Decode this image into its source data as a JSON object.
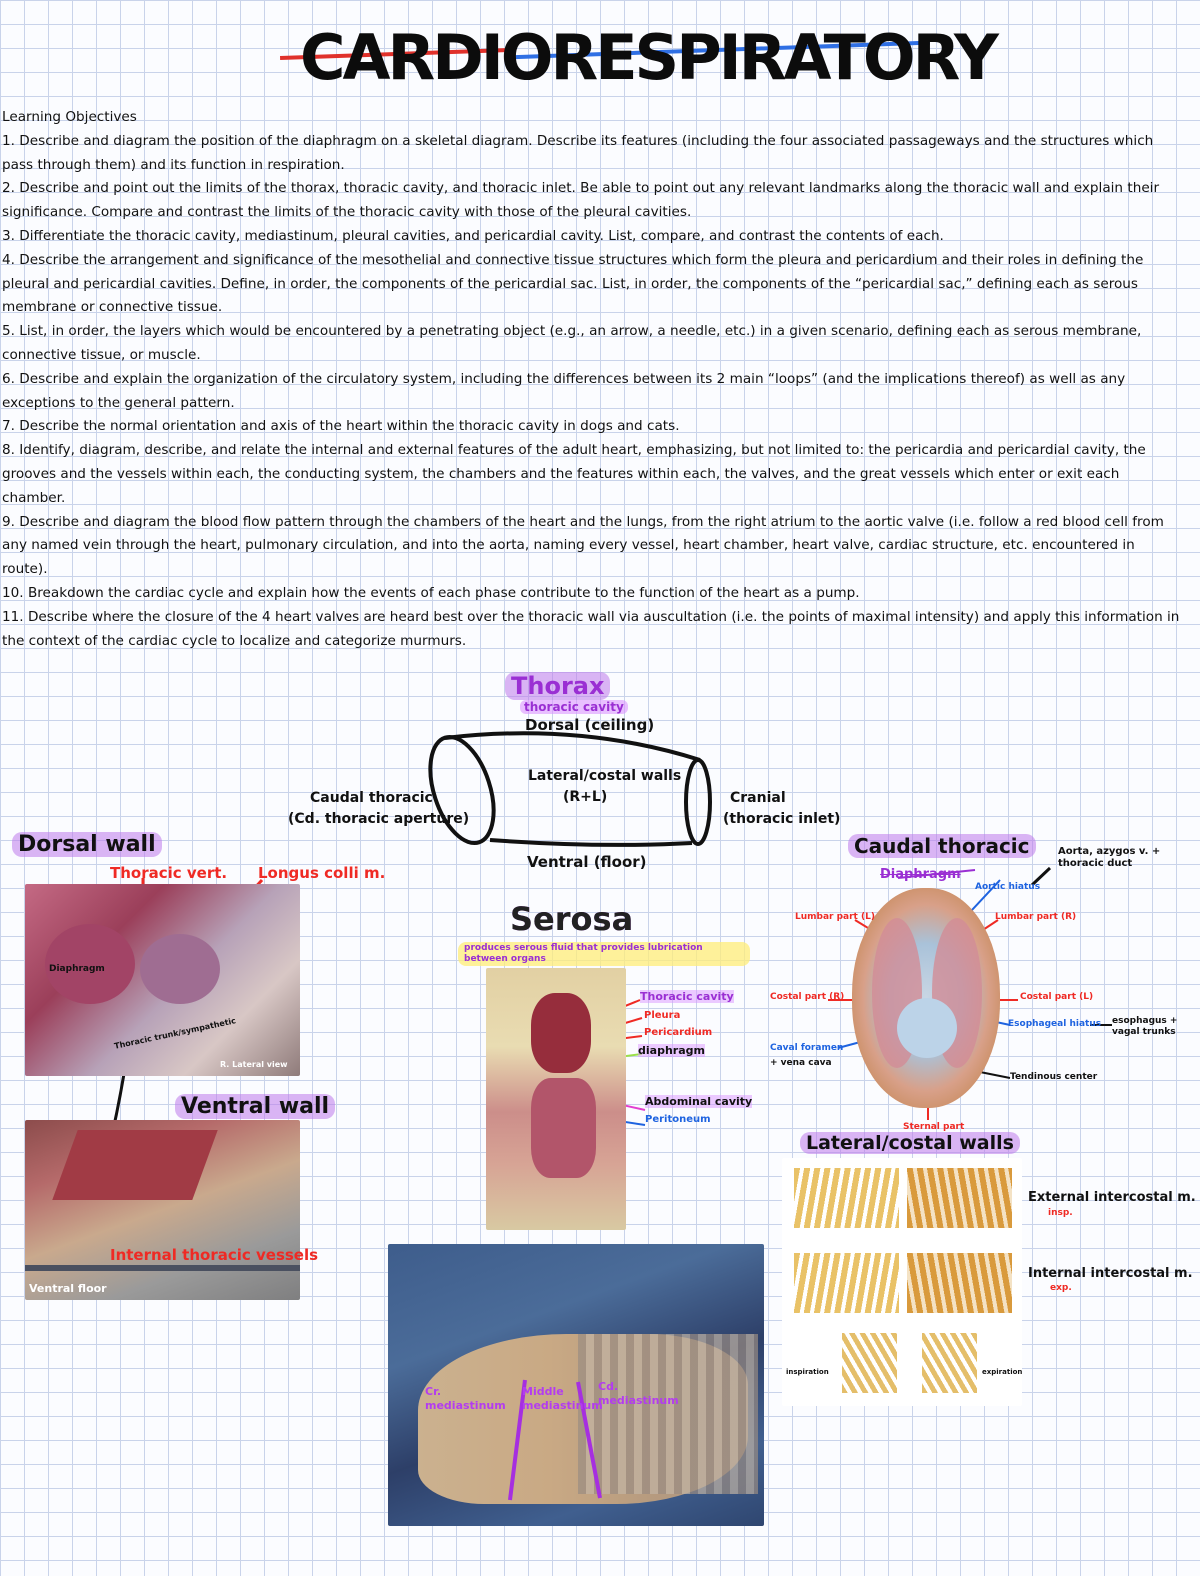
{
  "title": "CARDIORESPIRATORY",
  "objectives": {
    "heading": "Learning Objectives",
    "items": [
      "1. Describe and diagram the position of the diaphragm on a skeletal diagram. Describe its features (including the four associated passageways and the structures which pass through them) and its function in respiration.",
      "2. Describe and point out the limits of the thorax, thoracic cavity, and thoracic inlet. Be able to point out any relevant landmarks along the thoracic wall and explain their significance. Compare and contrast the limits of the thoracic cavity with those of the pleural cavities.",
      "3. Differentiate the thoracic cavity, mediastinum, pleural cavities, and pericardial cavity. List, compare, and contrast the contents of each.",
      "4. Describe the arrangement and significance of the mesothelial and connective tissue structures which form the pleura and pericardium and their roles in defining the pleural and pericardial cavities. Define, in order, the components of the pericardial sac. List, in order, the components of the “pericardial sac,” defining each as serous membrane or connective tissue.",
      "5. List, in order, the layers which would be encountered by a penetrating object (e.g., an arrow, a needle, etc.) in a given scenario, defining each as serous membrane, connective tissue, or muscle.",
      "6. Describe and explain the organization of the circulatory system, including the differences between its 2 main “loops” (and the implications thereof) as well as any exceptions to the general pattern.",
      "7. Describe the normal orientation and axis of the heart within the thoracic cavity in dogs and cats.",
      "8. Identify, diagram, describe, and relate the internal and external features of the adult heart, emphasizing, but not limited to: the pericardia and pericardial cavity, the grooves and the vessels within each, the conducting system, the chambers and the features within each, the valves, and the great vessels which enter or exit each chamber.",
      "9. Describe and diagram the blood flow pattern through the chambers of the heart and the lungs, from the right atrium to the aortic valve (i.e. follow a red blood cell from any named vein through the heart, pulmonary circulation, and into the aorta, naming every vessel, heart chamber, heart valve, cardiac structure, etc. encountered in route).",
      "10. Breakdown the cardiac cycle and explain how the events of each phase contribute to the function of the heart as a pump.",
      "11. Describe where the closure of the 4 heart valves are heard best over the thoracic wall via auscultation (i.e. the points of maximal intensity) and apply this information in the context of the cardiac cycle to localize and categorize murmurs."
    ]
  },
  "thorax": {
    "heading": "Thorax",
    "subheading": "thoracic cavity",
    "dorsal": "Dorsal (ceiling)",
    "lateral_line1": "Lateral/costal walls",
    "lateral_line2": "(R+L)",
    "caudal_line1": "Caudal thoracic",
    "caudal_line2": "(Cd. thoracic aperture)",
    "cranial_line1": "Cranial",
    "cranial_line2": "(thoracic inlet)",
    "ventral": "Ventral (floor)"
  },
  "dorsal_wall": {
    "heading": "Dorsal wall",
    "thoracic_vert": "Thoracic vert.",
    "longus_colli": "Longus colli m.",
    "photo_labels": [
      "Diaphragm",
      "Thoracic trunk/sympathetic",
      "R. Lateral view"
    ]
  },
  "ventral_wall": {
    "heading": "Ventral wall",
    "internal_thoracic": "Internal thoracic vessels",
    "ventral_floor": "Ventral floor"
  },
  "serosa": {
    "heading": "Serosa",
    "note": "produces serous fluid that provides lubrication between organs",
    "labels": {
      "thoracic_cavity": "Thoracic cavity",
      "pleura": "Pleura",
      "pericardium": "Pericardium",
      "diaphragm": "diaphragm",
      "abdominal_cavity": "Abdominal cavity",
      "peritoneum": "Peritoneum"
    }
  },
  "caudal_thoracic": {
    "heading": "Caudal thoracic",
    "diaphragm": "Diaphragm",
    "aorta_note": "Aorta, azygos v. + thoracic duct",
    "aortic_hiatus": "Aortic hiatus",
    "lumbar_left": "Lumbar part (L)",
    "lumbar_right": "Lumbar part (R)",
    "costal_left": "Costal part (R)",
    "costal_right": "Costal part (L)",
    "esophageal_hiatus": "Esophageal hiatus",
    "esophagus_note": "esophagus + vagal trunks",
    "caval_foramen": "Caval foramen",
    "caval_note": "+ vena cava",
    "tendinous_center": "Tendinous center",
    "sternal_part": "Sternal part"
  },
  "lateral_walls": {
    "heading": "Lateral/costal walls",
    "external": "External intercostal m.",
    "external_note": "insp.",
    "internal": "Internal intercostal m.",
    "internal_note": "exp.",
    "inspiration": "inspiration",
    "expiration": "expiration"
  },
  "mediastinum": {
    "cranial": "Cr. mediastinum",
    "middle": "Middle mediastinum",
    "caudal": "Cd. mediastinum"
  },
  "colors": {
    "red": "#ef2a24",
    "blue": "#1e63e0",
    "purple": "#9a2fd3",
    "grid": "#c9d3ea"
  }
}
